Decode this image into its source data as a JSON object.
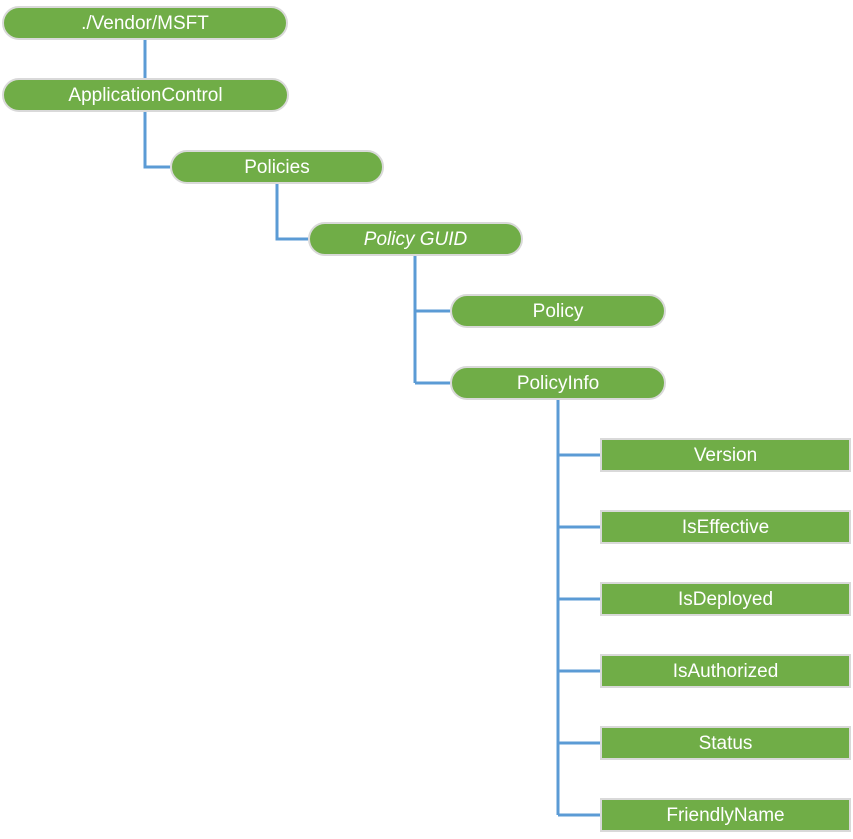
{
  "colors": {
    "node_fill": "#70AD47",
    "node_border": "#D9D9D9",
    "connector": "#5B9BD5",
    "node_text": "#FFFFFF"
  },
  "tree": {
    "root": {
      "label": "./Vendor/MSFT"
    },
    "application_control": {
      "label": "ApplicationControl"
    },
    "policies": {
      "label": "Policies"
    },
    "policy_guid": {
      "label": "Policy GUID",
      "italic": true
    },
    "policy": {
      "label": "Policy"
    },
    "policy_info": {
      "label": "PolicyInfo"
    },
    "policy_info_children": [
      {
        "label": "Version"
      },
      {
        "label": "IsEffective"
      },
      {
        "label": "IsDeployed"
      },
      {
        "label": "IsAuthorized"
      },
      {
        "label": "Status"
      },
      {
        "label": "FriendlyName"
      }
    ]
  }
}
